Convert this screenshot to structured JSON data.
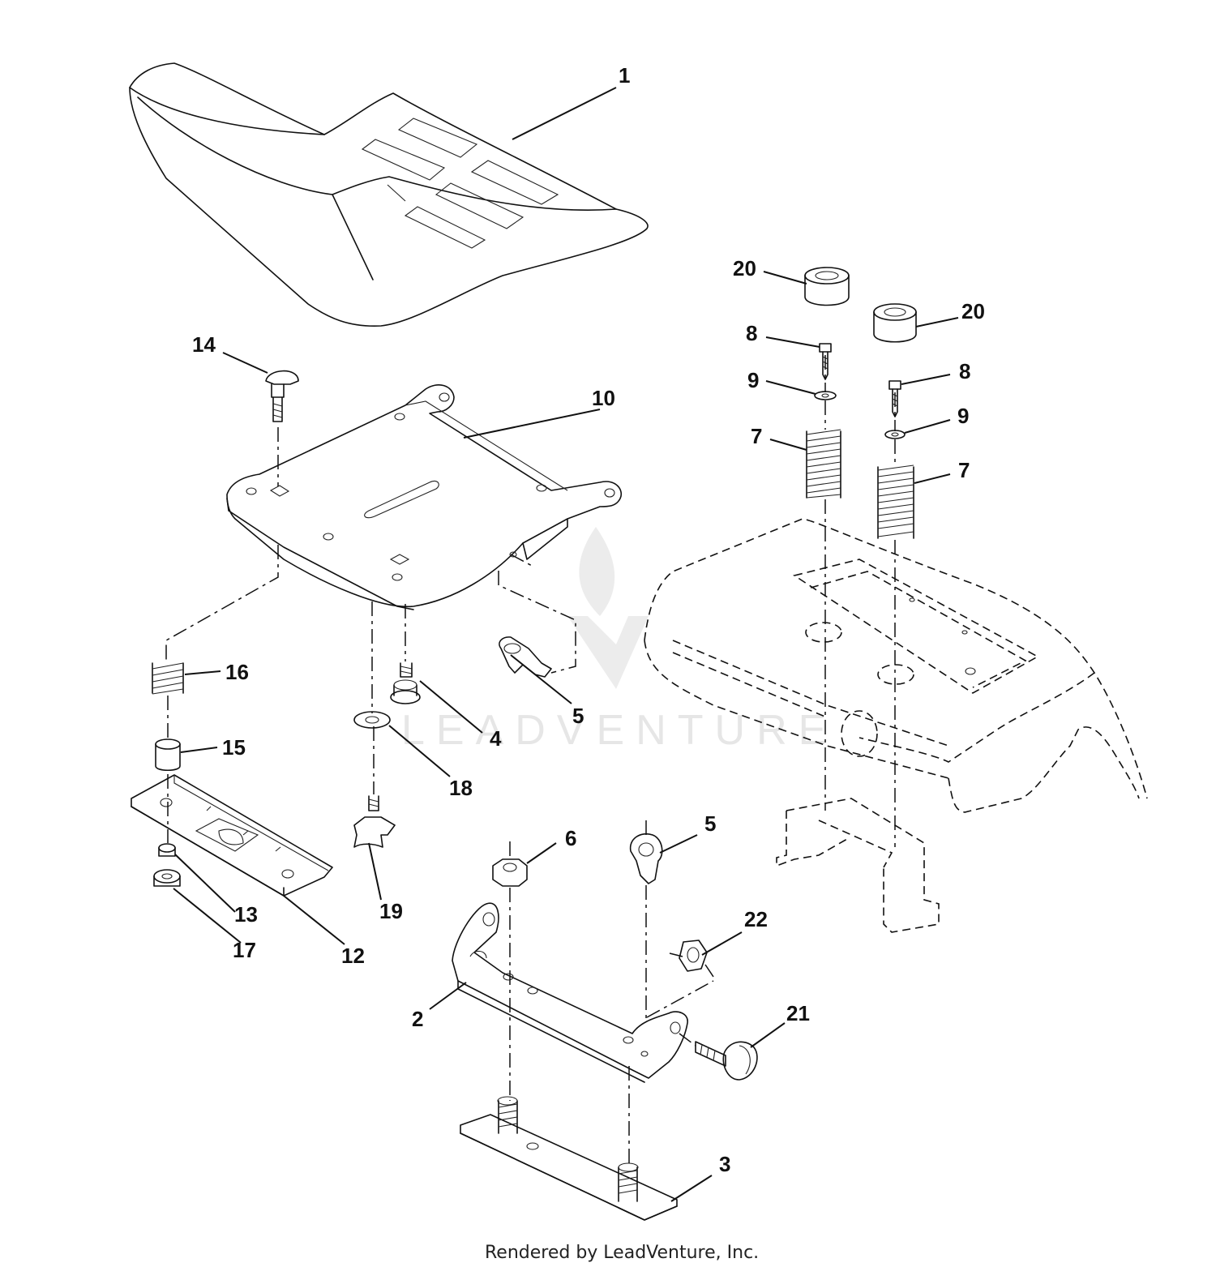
{
  "callouts": [
    {
      "id": "c1",
      "label": "1"
    },
    {
      "id": "c2",
      "label": "2"
    },
    {
      "id": "c3",
      "label": "3"
    },
    {
      "id": "c4",
      "label": "4"
    },
    {
      "id": "c5a",
      "label": "5"
    },
    {
      "id": "c5b",
      "label": "5"
    },
    {
      "id": "c6",
      "label": "6"
    },
    {
      "id": "c7a",
      "label": "7"
    },
    {
      "id": "c7b",
      "label": "7"
    },
    {
      "id": "c8a",
      "label": "8"
    },
    {
      "id": "c8b",
      "label": "8"
    },
    {
      "id": "c9a",
      "label": "9"
    },
    {
      "id": "c9b",
      "label": "9"
    },
    {
      "id": "c10",
      "label": "10"
    },
    {
      "id": "c12",
      "label": "12"
    },
    {
      "id": "c13",
      "label": "13"
    },
    {
      "id": "c14",
      "label": "14"
    },
    {
      "id": "c15",
      "label": "15"
    },
    {
      "id": "c16",
      "label": "16"
    },
    {
      "id": "c17",
      "label": "17"
    },
    {
      "id": "c18",
      "label": "18"
    },
    {
      "id": "c19",
      "label": "19"
    },
    {
      "id": "c20a",
      "label": "20"
    },
    {
      "id": "c20b",
      "label": "20"
    },
    {
      "id": "c21",
      "label": "21"
    },
    {
      "id": "c22",
      "label": "22"
    }
  ],
  "watermark": "LEADVENTURE",
  "footer": "Rendered by LeadVenture, Inc."
}
